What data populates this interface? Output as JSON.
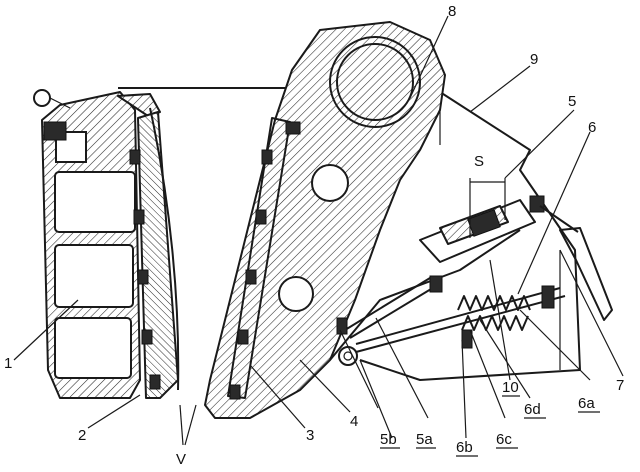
{
  "labels": {
    "l1": "1",
    "l2": "2",
    "l3": "3",
    "l4": "4",
    "l5": "5",
    "l5a": "5a",
    "l5b": "5b",
    "l6": "6",
    "l6a": "6a",
    "l6b": "6b",
    "l6c": "6c",
    "l6d": "6d",
    "l7": "7",
    "l8": "8",
    "l9": "9",
    "l10": "10",
    "lS": "S",
    "lV": "V"
  }
}
